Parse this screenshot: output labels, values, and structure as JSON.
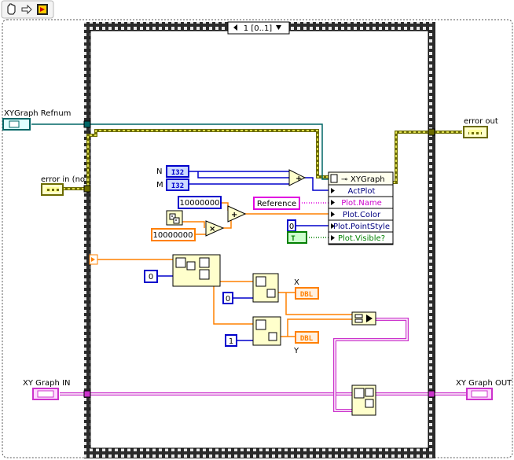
{
  "toolbar": {
    "icons": [
      "hand-icon",
      "arrow-right-icon",
      "run-diagram-icon"
    ]
  },
  "case_selector": {
    "value": "1 [0..1]"
  },
  "terminals": {
    "refnum_label": "XYGraph Refnum",
    "error_in_label": "error in (no",
    "error_out_label": "error out",
    "graph_in_label": "XY Graph IN",
    "graph_out_label": "XY Graph OUT"
  },
  "controls": {
    "n_label": "N",
    "m_label": "M",
    "int_type": "I32",
    "dbl_type": "DBL",
    "bool_constant": "T"
  },
  "property_node": {
    "header": "XYGraph",
    "items": [
      "ActPlot",
      "Plot.Name",
      "Plot.Color",
      "Plot.PointStyle",
      "Plot.Visible?"
    ]
  },
  "constants": {
    "ten_million_top": "10000000",
    "ten_million_bottom": "10000000",
    "reference": "Reference",
    "zero_point_style": "0",
    "zero_a": "0",
    "zero_b": "0",
    "one": "1"
  },
  "indicators": {
    "x_label": "X",
    "y_label": "Y"
  },
  "colors": {
    "error_cluster": "#6b6b00",
    "refnum_wire": "#006666",
    "int_wire": "#0000cc",
    "string_wire": "#e000e0",
    "cluster_wire": "#cc33cc",
    "dbl_wire": "#ff8000",
    "bool_wire": "#008000"
  }
}
